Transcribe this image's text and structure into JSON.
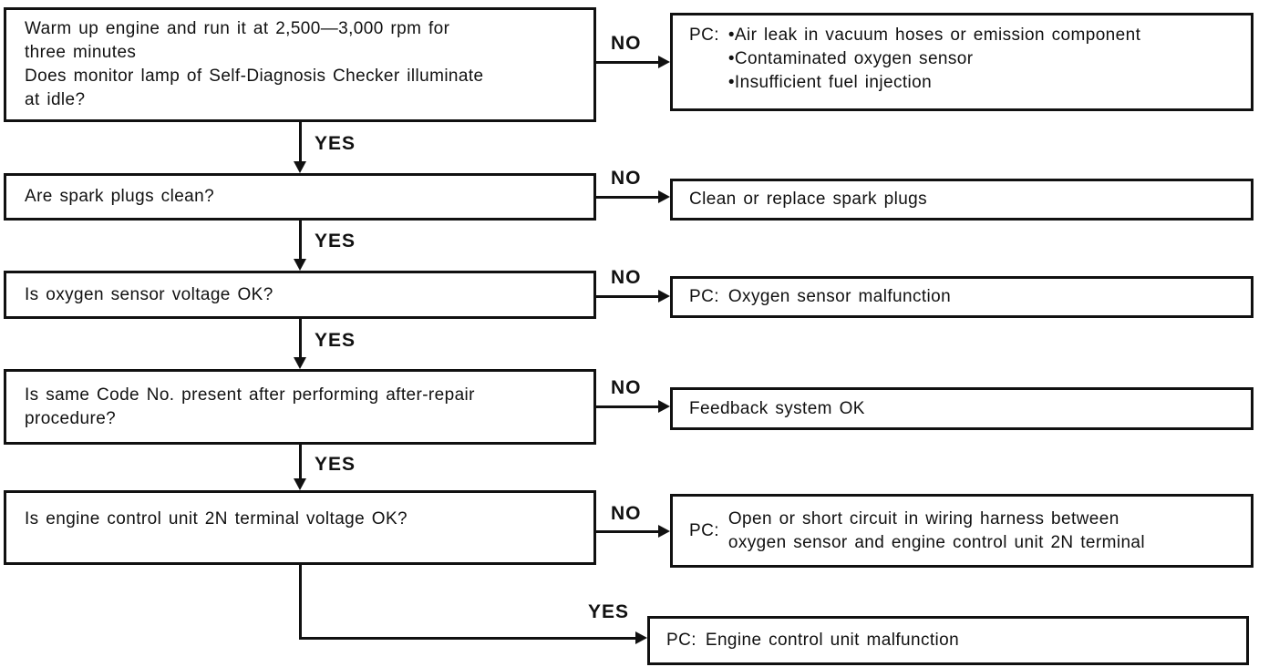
{
  "flowchart": {
    "colors": {
      "ink": "#111111",
      "background": "#ffffff"
    },
    "labels": {
      "yes": "YES",
      "no": "NO"
    },
    "questions": {
      "q1": {
        "text": "Warm up engine and run it at 2,500—3,000 rpm for\nthree minutes\nDoes monitor lamp of Self-Diagnosis Checker illuminate\nat idle?"
      },
      "q2": {
        "text": "Are spark plugs clean?"
      },
      "q3": {
        "text": "Is oxygen sensor voltage OK?"
      },
      "q4": {
        "text": "Is same Code No. present after performing after-repair\nprocedure?"
      },
      "q5": {
        "text": "Is engine control unit 2N terminal voltage OK?"
      }
    },
    "results": {
      "r1": {
        "pc": "PC:",
        "items": [
          "•Air leak in vacuum hoses or emission component",
          "•Contaminated oxygen sensor",
          "•Insufficient fuel injection"
        ]
      },
      "r2": {
        "text": "Clean or replace spark plugs"
      },
      "r3": {
        "pc": "PC:",
        "text": "Oxygen sensor malfunction"
      },
      "r4": {
        "text": "Feedback system OK"
      },
      "r5": {
        "pc": "PC:",
        "text": "Open or short circuit in wiring harness between\noxygen sensor and engine control unit 2N terminal"
      },
      "r6": {
        "pc": "PC:",
        "text": "Engine control unit malfunction"
      }
    }
  }
}
